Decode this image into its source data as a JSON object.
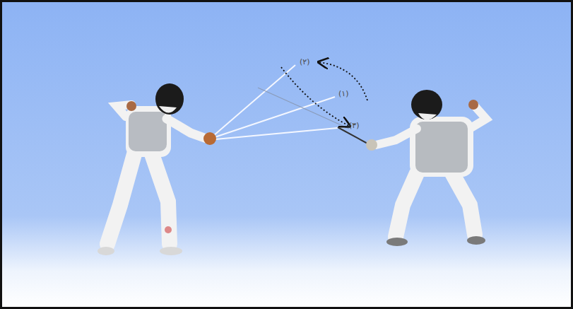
{
  "diagram": {
    "labels": [
      "(٢)",
      "(١)",
      "(٣)"
    ]
  }
}
